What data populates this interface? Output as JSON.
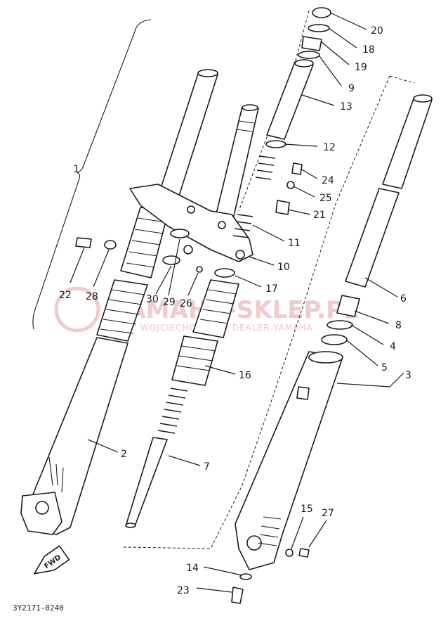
{
  "diagram": {
    "part_numbers": [
      "1",
      "2",
      "3",
      "4",
      "5",
      "6",
      "7",
      "8",
      "9",
      "10",
      "11",
      "12",
      "13",
      "14",
      "15",
      "16",
      "17",
      "18",
      "19",
      "20",
      "21",
      "22",
      "23",
      "24",
      "25",
      "26",
      "27",
      "28",
      "29",
      "30"
    ],
    "code": "3Y2171-0240",
    "fwd_label": "FWD",
    "watermark": {
      "brand": "YAMAHA-SKLEP.PL",
      "subtitle": "WOJCIECHOWICZ | DEALER YAMAHA"
    }
  }
}
